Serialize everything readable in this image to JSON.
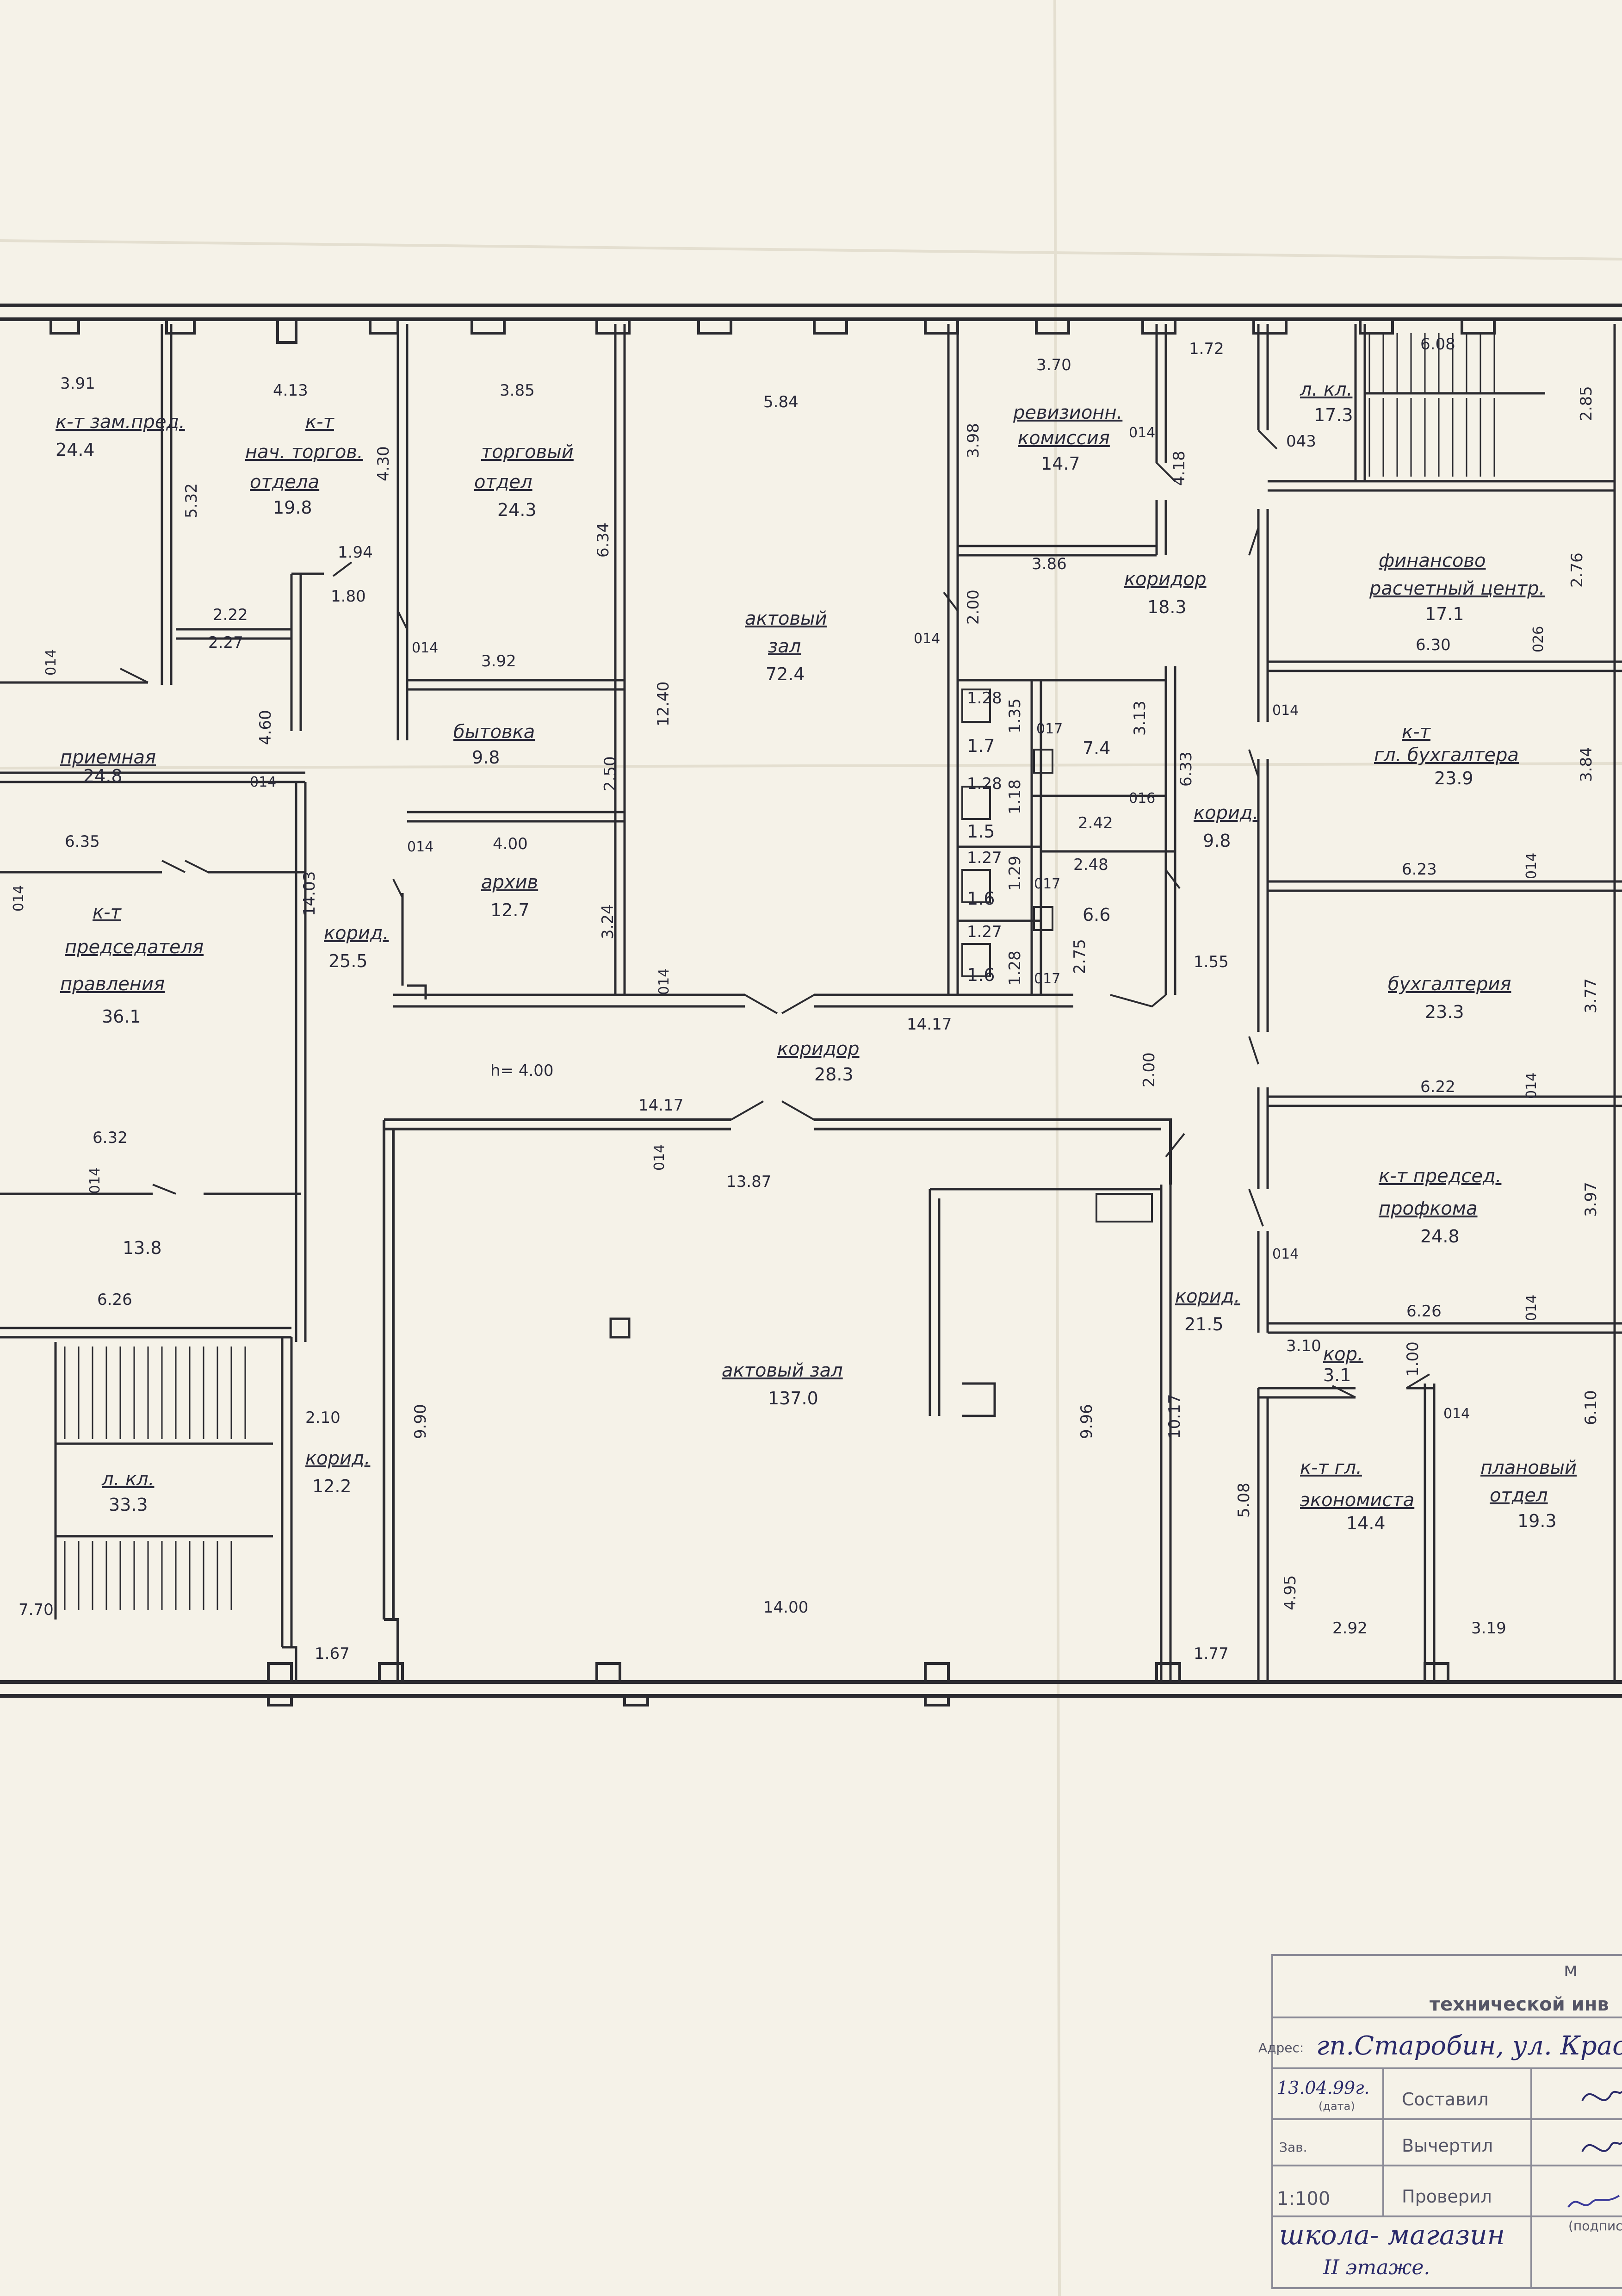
{
  "colors": {
    "paper": "#f5f2e8",
    "ink": "#2b2b30",
    "stamp_ink": "#2a2a6a",
    "stamp_frame": "#8a8a96"
  },
  "rooms": [
    {
      "id": "zam-pred",
      "name": "к-т зам.пред.",
      "area": "24.4"
    },
    {
      "id": "nach-torg",
      "name_line1": "к-т",
      "name_line2": "нач. торгов.",
      "name_line3": "отдела",
      "area": "19.8"
    },
    {
      "id": "torgovyi",
      "name_line1": "торговый",
      "name_line2": "отдел",
      "area": "24.3"
    },
    {
      "id": "aktovyi-small",
      "name_line1": "актовый",
      "name_line2": "зал",
      "area": "72.4"
    },
    {
      "id": "revizion",
      "name_line1": "ревизионн.",
      "name_line2": "комиссия",
      "area": "14.7"
    },
    {
      "id": "lkl-top",
      "name": "л. кл.",
      "area": "17.3"
    },
    {
      "id": "koridor-18",
      "name": "коридор",
      "area": "18.3"
    },
    {
      "id": "finans",
      "name_line1": "финансово",
      "name_line2": "расчетный центр.",
      "area": "17.1"
    },
    {
      "id": "bytovka",
      "name": "бытовка",
      "area": "9.8"
    },
    {
      "id": "priemnaya",
      "name": "приемная",
      "area": "24.8"
    },
    {
      "id": "arhiv",
      "name": "архив",
      "area": "12.7"
    },
    {
      "id": "korid-25",
      "name": "корид.",
      "area": "25.5"
    },
    {
      "id": "gl-buh",
      "name_line1": "к-т",
      "name_line2": "гл. бухгалтера",
      "area": "23.9"
    },
    {
      "id": "korid-9",
      "name": "корид.",
      "area": "9.8"
    },
    {
      "id": "wc-a",
      "area": "1.7"
    },
    {
      "id": "wc-b",
      "area": "1.5"
    },
    {
      "id": "wc-c",
      "area": "1.6"
    },
    {
      "id": "wc-d",
      "area": "1.6"
    },
    {
      "id": "sanuzel-a",
      "area": "7.4"
    },
    {
      "id": "sanuzel-b",
      "area": "6.6"
    },
    {
      "id": "predsedatel",
      "name_line1": "к-т",
      "name_line2": "председателя",
      "name_line3": "правления",
      "area": "36.1"
    },
    {
      "id": "buhgalteriya",
      "name": "бухгалтерия",
      "area": "23.3"
    },
    {
      "id": "koridor-28",
      "name": "коридор",
      "area": "28.3"
    },
    {
      "id": "profkom",
      "name_line1": "к-т председ.",
      "name_line2": "профкома",
      "area": "24.8"
    },
    {
      "id": "room-13-8",
      "area": "13.8"
    },
    {
      "id": "aktovyi-big",
      "name": "актовый зал",
      "area": "137.0"
    },
    {
      "id": "korid-21",
      "name": "корид.",
      "area": "21.5"
    },
    {
      "id": "kor-3",
      "name": "кор.",
      "area": "3.1"
    },
    {
      "id": "korid-12",
      "name": "корид.",
      "area": "12.2"
    },
    {
      "id": "lkl-bottom",
      "name": "л. кл.",
      "area": "33.3"
    },
    {
      "id": "ekonom",
      "name_line1": "к-т гл.",
      "name_line2": "экономиста",
      "area": "14.4"
    },
    {
      "id": "planovyi",
      "name_line1": "плановый",
      "name_line2": "отдел",
      "area": "19.3"
    }
  ],
  "dimensions": {
    "d391": "3.91",
    "d413": "4.13",
    "d385": "3.85",
    "d584": "5.84",
    "d370": "3.70",
    "d172": "1.72",
    "d608": "6.08",
    "d532": "5.32",
    "d430": "4.30",
    "d398": "3.98",
    "d418": "4.18",
    "d285": "2.85",
    "d043": "043",
    "d194": "1.94",
    "d180": "1.80",
    "d222": "2.22",
    "d227": "2.27",
    "d634": "6.34",
    "d386": "3.86",
    "d276": "2.76",
    "d200a": "2.00",
    "d630": "6.30",
    "d392": "3.92",
    "d1240": "12.40",
    "d460": "4.60",
    "d128a": "1.28",
    "d135": "1.35",
    "d313": "3.13",
    "d250": "2.50",
    "d128b": "1.28",
    "d118": "1.18",
    "d633": "6.33",
    "d384": "3.84",
    "d242": "2.42",
    "d635": "6.35",
    "d400": "4.00",
    "d248": "2.48",
    "d127a": "1.27",
    "d129": "1.29",
    "d1403": "14.03",
    "d324": "3.24",
    "d127b": "1.27",
    "d128c": "1.28",
    "d275": "2.75",
    "d155": "1.55",
    "d623": "6.23",
    "d377": "3.77",
    "d1417a": "14.17",
    "h": "h= 4.00",
    "d200b": "2.00",
    "d622": "6.22",
    "d1417b": "14.17",
    "d632": "6.32",
    "d1387": "13.87",
    "d397": "3.97",
    "d626a": "6.26",
    "d626b": "6.26",
    "d310": "3.10",
    "d100": "1.00",
    "d210": "2.10",
    "d990": "9.90",
    "d996": "9.96",
    "d1017": "10.17",
    "d610": "6.10",
    "d508": "5.08",
    "d495": "4.95",
    "d770": "7.70",
    "d1400": "14.00",
    "d292": "2.92",
    "d319": "3.19",
    "d167": "1.67",
    "d177": "1.77"
  },
  "doors": {
    "o14a": "014",
    "o14b": "014",
    "o14c": "014",
    "o14d": "014",
    "o14e": "014",
    "o14f": "014",
    "o14g": "014",
    "o14h": "014",
    "o14i": "014",
    "o14j": "014",
    "o14k": "014",
    "o14l": "014",
    "o14m": "014",
    "o14n": "014",
    "o14o": "014",
    "o26": "026",
    "o17a": "017",
    "o17b": "017",
    "o17c": "017",
    "o16": "016"
  },
  "stamp": {
    "header_top": "м",
    "header_line": "технической инв",
    "address_label": "Адрес:",
    "address": "гп.Старобин, ул. Краснозн",
    "date": "13.04.99г.",
    "date_caption": "(дата)",
    "row1_label": "Составил",
    "row2_prefix": "Зав.",
    "row2_label": "Вычертил",
    "scale": "1:100",
    "row3_label": "Проверил",
    "title_line1": "школа- магазин",
    "title_line2": "II этаже.",
    "sign_caption": "(подпись)"
  }
}
